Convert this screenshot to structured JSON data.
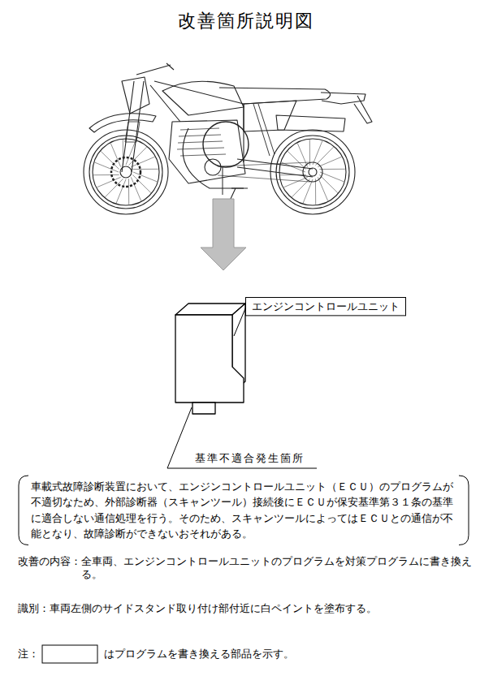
{
  "diagram": {
    "title": "改善箇所説明図",
    "nodes": [
      {
        "text": [
          "エンジンコントロールユニット"
        ]
      },
      {
        "text": [
          "車載式故障診断装置において、エンジンコントロールユニット（ＥＣＵ）のプログラムが不適切なため、外部診断器（スキャンツール）接続後にＥＣＵが保安基準第３１条の基準に適合しない通信処理を行う。そのため、スキャンツールによってはＥＣＵとの通信が不能となり、故障診断ができないおそれがある。"
        ]
      }
    ],
    "labels": [
      "基準不適合発生箇所",
      "改善の内容：",
      "全車両、エンジンコントロールユニットのプログラムを対策プログラムに書き換える。",
      "識別：車両左側のサイドスタンド取り付け部付近に白ペイントを塗布する。",
      "注：",
      "はプログラムを書き換える部品を示す。"
    ]
  }
}
